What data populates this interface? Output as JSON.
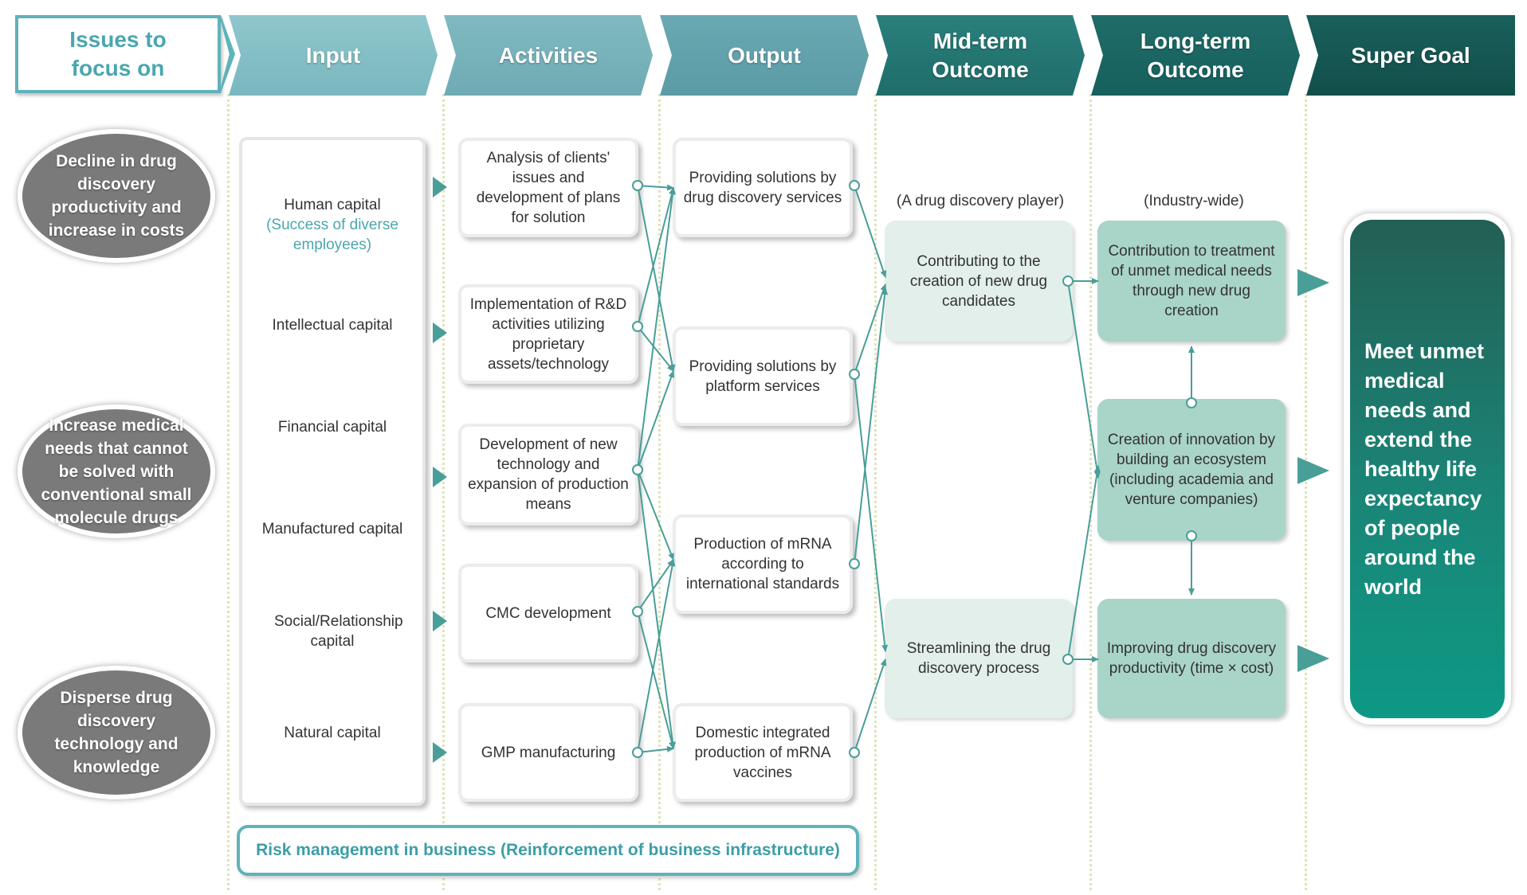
{
  "header": {
    "issues": "Issues to focus on",
    "input": "Input",
    "activities": "Activities",
    "output": "Output",
    "midterm": "Mid-term Outcome",
    "longterm": "Long-term Outcome",
    "supergoal": "Super Goal"
  },
  "issues": [
    "Decline in drug discovery productivity and increase in costs",
    "Increase medical needs that cannot be solved with conventional small molecule drugs",
    "Disperse drug discovery technology and knowledge"
  ],
  "inputs": {
    "human": "Human capital",
    "human_note": "(Success of diverse employees)",
    "intellectual": "Intellectual capital",
    "financial": "Financial capital",
    "manufactured": "Manufactured capital",
    "social": "Social/Relationship capital",
    "natural": "Natural capital"
  },
  "activities": [
    "Analysis of clients' issues and development of plans for solution",
    "Implementation of R&D activities utilizing proprietary assets/technology",
    "Development of new technology and expansion of production means",
    "CMC development",
    "GMP manufacturing"
  ],
  "outputs": [
    "Providing solutions by drug discovery services",
    "Providing solutions by platform services",
    "Production of mRNA according to international standards",
    "Domestic integrated production of mRNA vaccines"
  ],
  "midterm": {
    "label": "(A drug discovery player)",
    "items": [
      "Contributing to the creation of new drug candidates",
      "Streamlining the drug discovery process"
    ]
  },
  "longterm": {
    "label": "(Industry-wide)",
    "items": [
      "Contribution to treatment of unmet medical needs through new drug creation",
      "Creation of innovation by building an ecosystem (including academia and venture companies)",
      "Improving drug discovery productivity (time × cost)"
    ]
  },
  "goal": "Meet unmet medical needs and extend the healthy life expectancy of people around the world",
  "risk": "Risk management in business (Reinforcement of business infrastructure)",
  "colors": {
    "teal_light": "#87c3c9",
    "teal_mid": "#5fa4ad",
    "teal_dark": "#16605a",
    "arrow": "#4a9e98",
    "oval_gray": "#7a7a7a",
    "mint": "#e2efea",
    "sage": "#a9d4c8"
  }
}
